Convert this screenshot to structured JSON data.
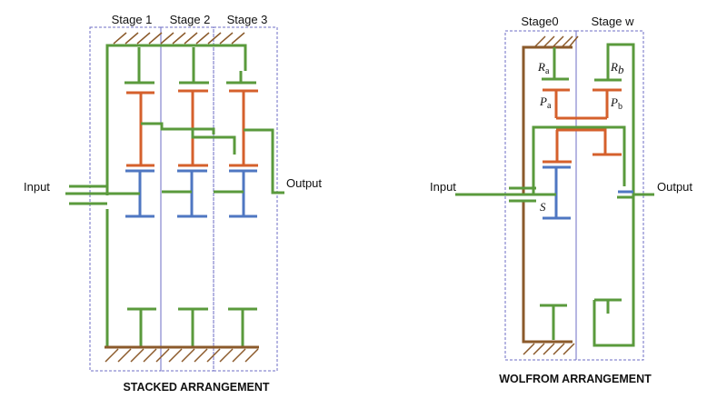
{
  "stacked": {
    "stage_labels": [
      "Stage 1",
      "Stage 2",
      "Stage 3"
    ],
    "input_label": "Input",
    "output_label": "Output",
    "caption": "STACKED ARRANGEMENT"
  },
  "wolfrom": {
    "stage_labels": [
      "Stage0",
      "Stage w"
    ],
    "input_label": "Input",
    "output_label": "Output",
    "caption": "WOLFROM ARRANGEMENT",
    "symbols": {
      "ring_a": {
        "main": "R",
        "sub": "a"
      },
      "ring_b": {
        "main": "R",
        "sub": "b"
      },
      "planet_a": {
        "main": "P",
        "sub": "a"
      },
      "planet_b": {
        "main": "P",
        "sub": "b"
      },
      "sun": {
        "main": "S"
      }
    }
  },
  "colors": {
    "carrier_green": "#5a9a3c",
    "planet_orange": "#d5602c",
    "sun_blue": "#4f77c2",
    "housing_brown": "#8b5a2b",
    "dashed_box": "#6d6dc6"
  }
}
